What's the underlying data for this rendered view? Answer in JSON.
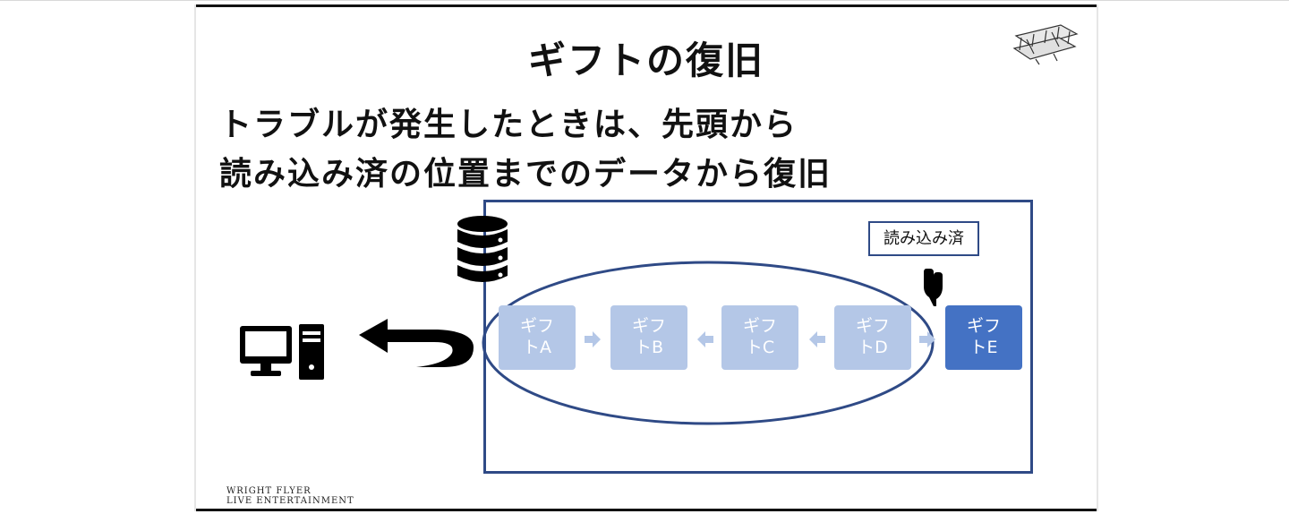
{
  "slide": {
    "title": "ギフトの復旧",
    "subtitle_line1": "トラブルが発生したときは、先頭から",
    "subtitle_line2": "読み込み済の位置までのデータから復旧",
    "label": "読み込み済",
    "logo_line1": "WRIGHT FLYER",
    "logo_line2": "LIVE ENTERTAINMENT"
  },
  "gifts": [
    {
      "line1": "ギフ",
      "line2": "トA"
    },
    {
      "line1": "ギフ",
      "line2": "トB"
    },
    {
      "line1": "ギフ",
      "line2": "トC"
    },
    {
      "line1": "ギフ",
      "line2": "トD"
    },
    {
      "line1": "ギフ",
      "line2": "トE"
    }
  ],
  "icons": {
    "database": "database-icon",
    "computer": "desktop-computer-icon",
    "return": "return-arrow-icon",
    "hand": "pointing-hand-icon",
    "plane": "biplane-icon"
  },
  "colors": {
    "frame": "#2f4a86",
    "gift_dim": "#b4c7e7",
    "gift_active": "#4472c4",
    "arrow": "#b4c7e7"
  }
}
